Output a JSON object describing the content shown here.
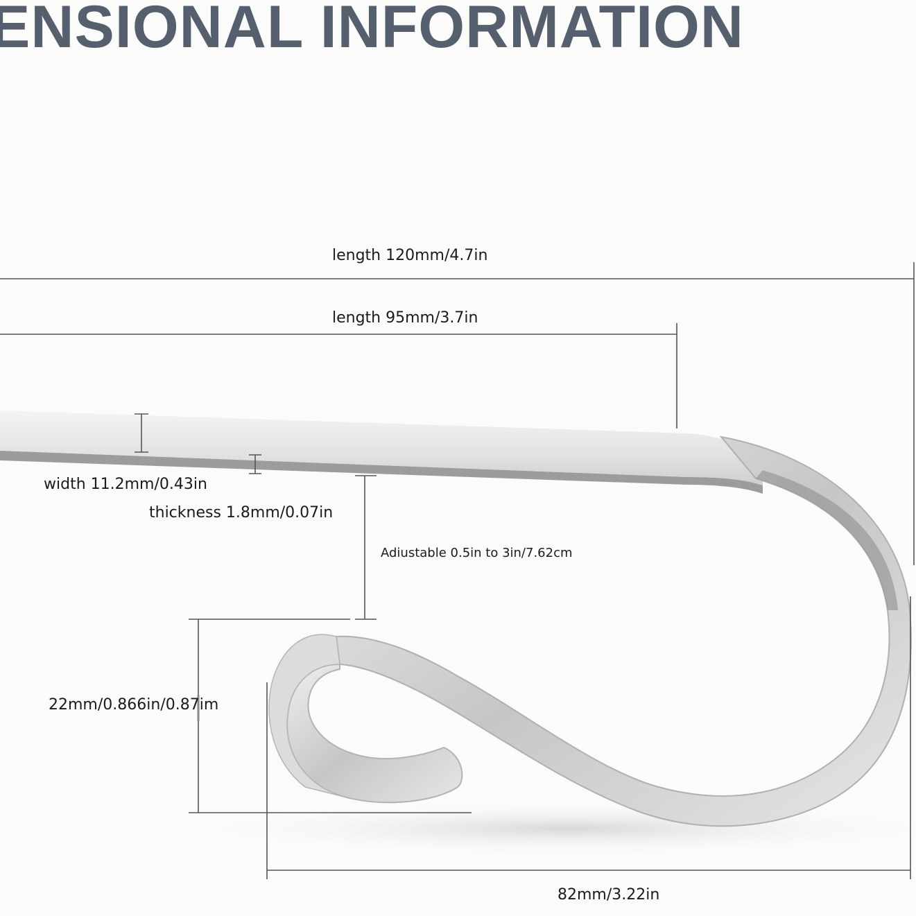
{
  "heading": "ENSIONAL INFORMATION",
  "labels": {
    "length_total": "length 120mm/4.7in",
    "length_straight": "length 95mm/3.7in",
    "width": "width 11.2mm/0.43in",
    "thickness": "thickness 1.8mm/0.07in",
    "adjustable": "Adiustable 0.5in to 3in/7.62cm",
    "hook_height": "22mm/0.866in/0.87im",
    "hook_width": "82mm/3.22in"
  },
  "colors": {
    "heading": "#555f6d",
    "metal_light": "#f1f1f1",
    "metal_dark": "#9a9a9a",
    "dimension_line": "#555555",
    "background": "#fbfbfa"
  }
}
